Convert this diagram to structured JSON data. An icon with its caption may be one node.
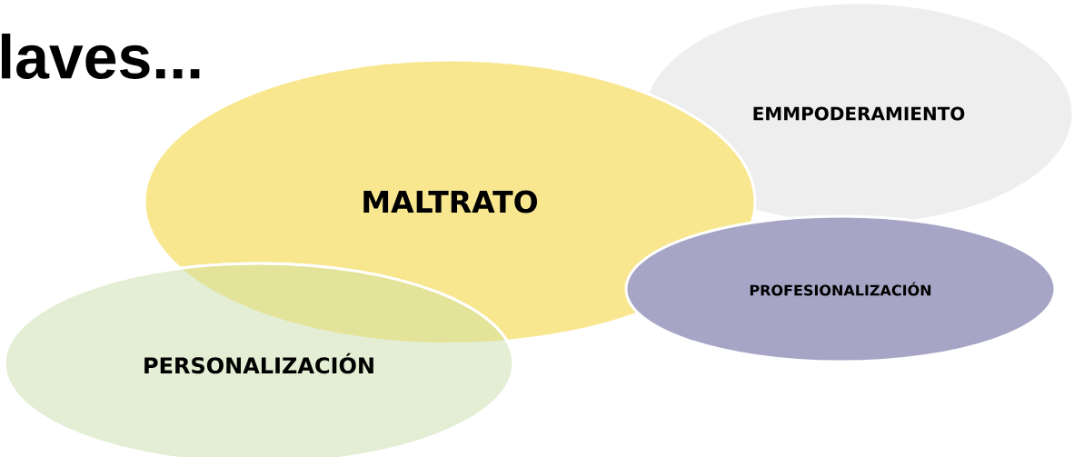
{
  "diagram": {
    "title": "laves...",
    "nodes": [
      {
        "text": [
          "EMMPODERAMIENTO"
        ]
      },
      {
        "text": [
          "MALTRATO"
        ]
      },
      {
        "text": [
          "PROFESIONALIZACIÓN"
        ]
      },
      {
        "text": [
          "PERSONALIZACIÓN"
        ]
      }
    ]
  }
}
